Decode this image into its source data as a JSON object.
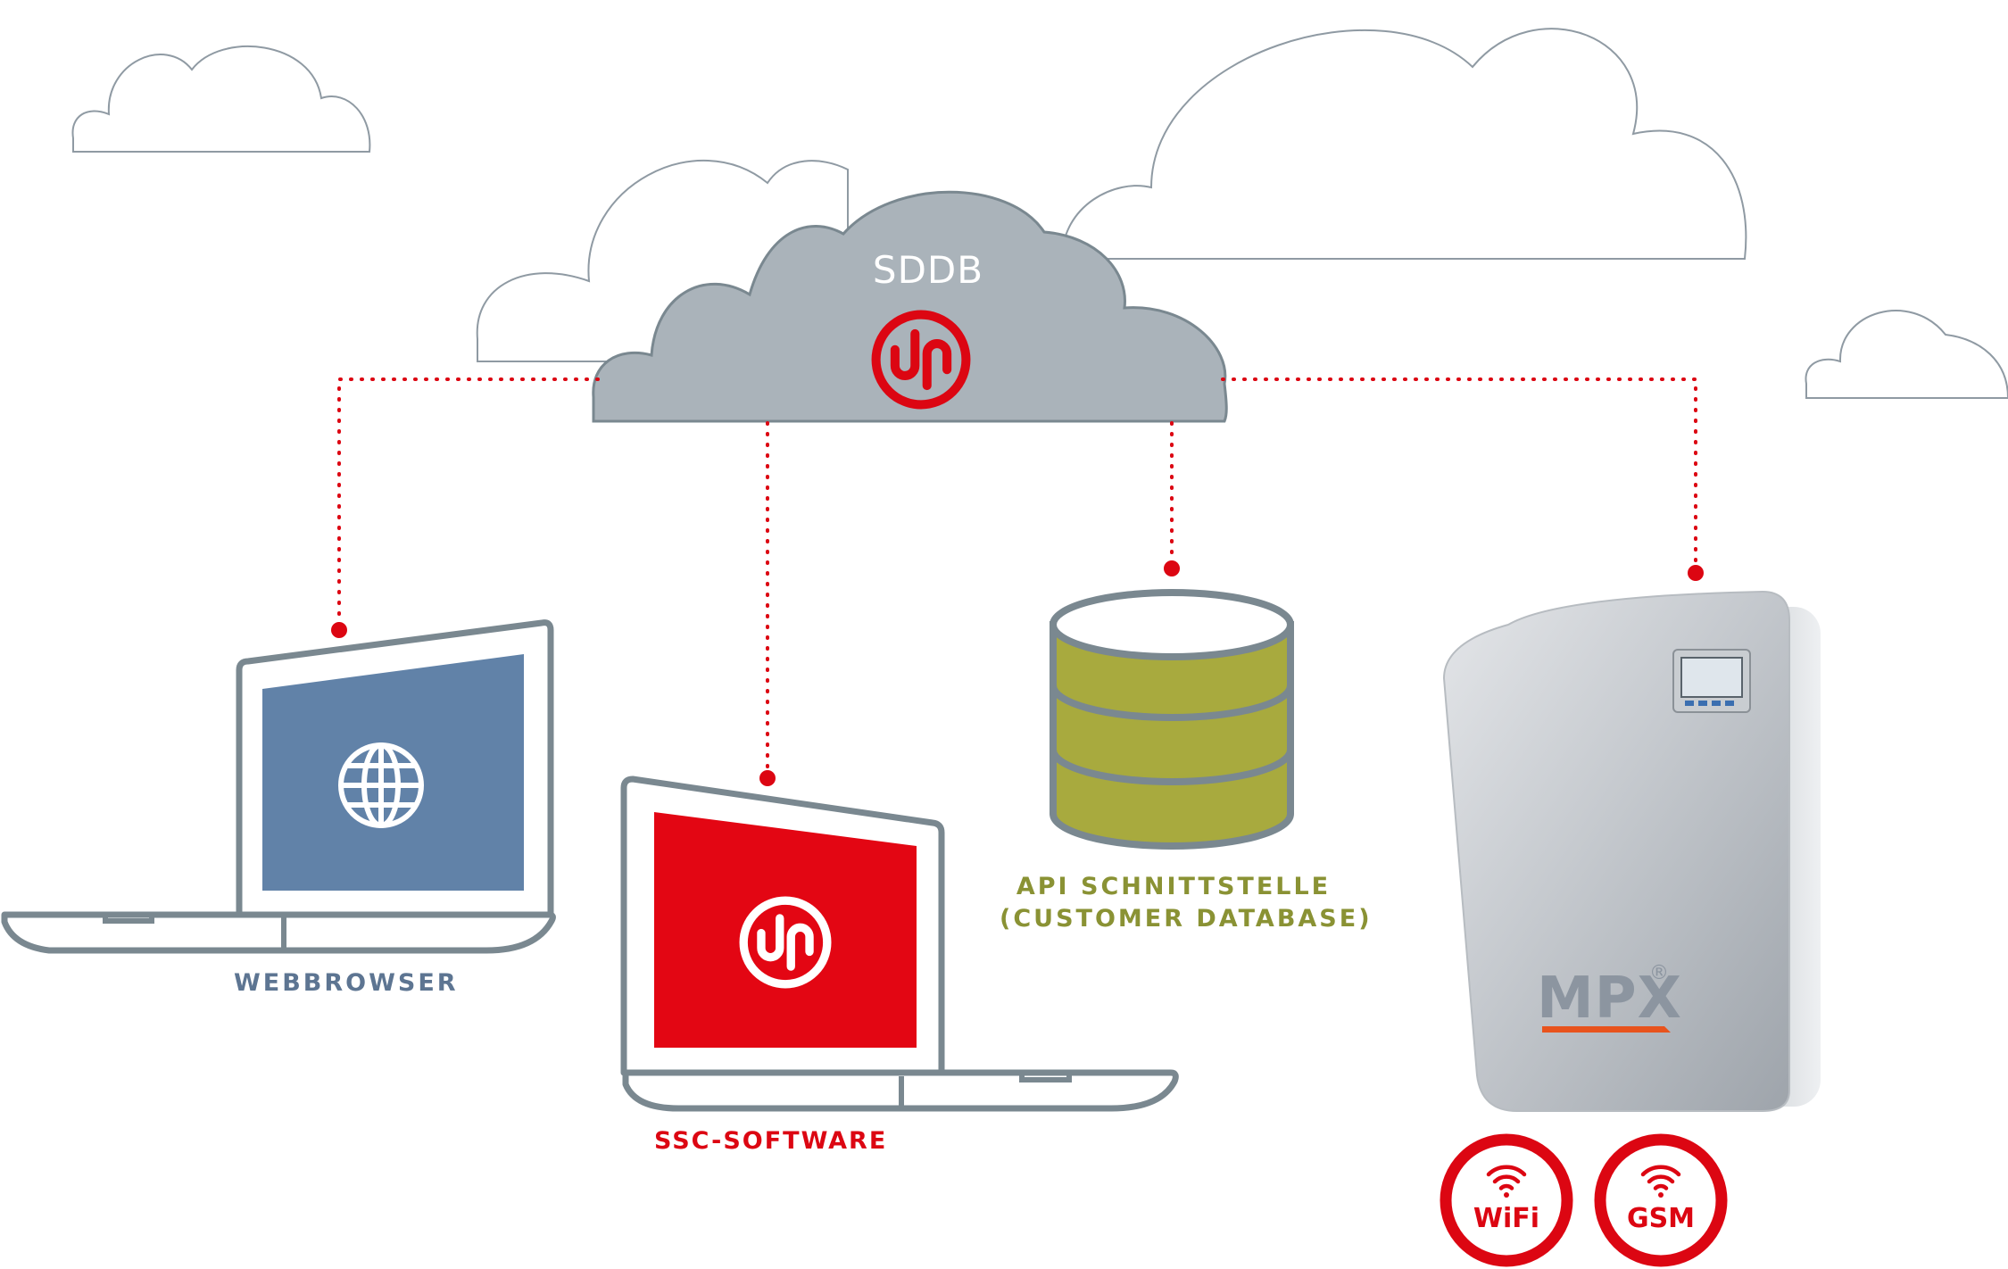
{
  "cloud": {
    "label": "SDDB"
  },
  "clients": {
    "webbrowser": {
      "label": "WEBBROWSER"
    },
    "ssc_software": {
      "label": "SSC-SOFTWARE"
    },
    "api": {
      "line1": "API SCHNITTSTELLE",
      "line2": "(CUSTOMER DATABASE)"
    }
  },
  "device": {
    "brand": "MPX",
    "registered_mark": "®",
    "badges": [
      {
        "label": "WiFi"
      },
      {
        "label": "GSM"
      }
    ]
  },
  "colors": {
    "brand_red": "#dc0612",
    "cloud_gray": "#aab3ba",
    "outline_gray": "#7a8890",
    "browser_blue": "#6182a8",
    "db_olive": "#a8aa3e",
    "text_blue": "#5d7592",
    "text_olive": "#8a9234"
  },
  "icons": [
    "sddb-logo-icon",
    "globe-icon",
    "database-icon",
    "wifi-icon"
  ]
}
